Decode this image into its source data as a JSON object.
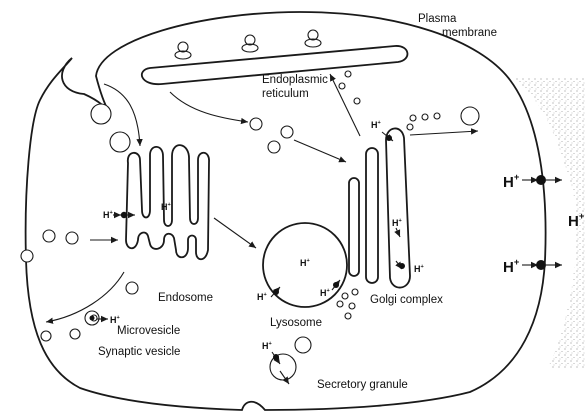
{
  "labels": {
    "plasma_membrane_1": "Plasma",
    "plasma_membrane_2": "membrane",
    "er_1": "Endoplasmic",
    "er_2": "reticulum",
    "endosome": "Endosome",
    "lysosome": "Lysosome",
    "golgi": "Golgi complex",
    "microvesicle": "Microvesicle",
    "synaptic_vesicle": "Synaptic vesicle",
    "secretory_granule": "Secretory granule"
  },
  "proton": {
    "symbol": "H",
    "charge": "+"
  },
  "colors": {
    "line": "#1a1a1a",
    "background": "#ffffff",
    "extracellular_stipple": "#9a9a9a"
  }
}
